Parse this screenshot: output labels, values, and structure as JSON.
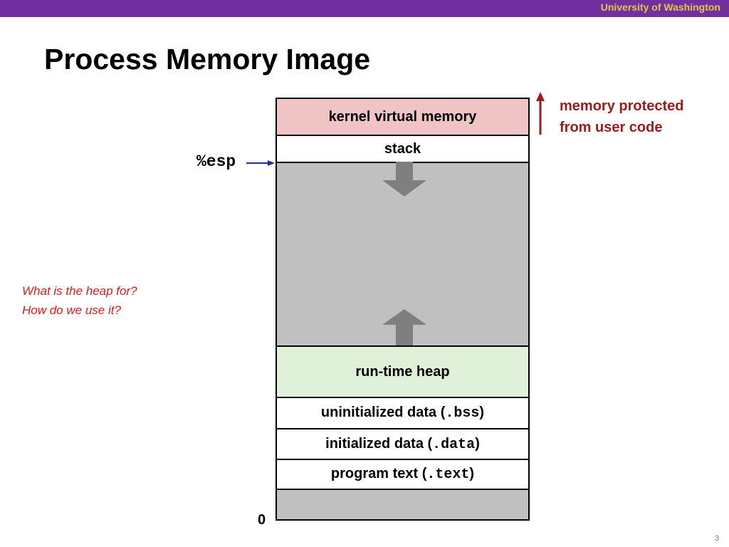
{
  "header": {
    "institution": "University of Washington"
  },
  "slide": {
    "title": "Process Memory Image",
    "page_number": "3"
  },
  "memory": {
    "segments": [
      {
        "id": "kernel",
        "parts": [
          "kernel virtual memory"
        ],
        "fill": "#f0c4c4"
      },
      {
        "id": "stack",
        "parts": [
          "stack"
        ],
        "fill": "#ffffff"
      },
      {
        "id": "free",
        "parts": [],
        "fill": "#c0c0c0"
      },
      {
        "id": "heap",
        "parts": [
          "run-time heap"
        ],
        "fill": "#dff1d8"
      },
      {
        "id": "bss",
        "parts": [
          "uninitialized data (",
          ".bss",
          ")"
        ],
        "fill": "#ffffff"
      },
      {
        "id": "data",
        "parts": [
          "initialized data (",
          ".data",
          ")"
        ],
        "fill": "#ffffff"
      },
      {
        "id": "text",
        "parts": [
          "program text (",
          ".text",
          ")"
        ],
        "fill": "#ffffff"
      },
      {
        "id": "reserved",
        "parts": [],
        "fill": "#c0c0c0"
      }
    ],
    "bottom_address": "0"
  },
  "stack_pointer": {
    "label": "%esp"
  },
  "annotations": {
    "protected_line1": "memory protected",
    "protected_line2": "from user code",
    "question_line1": "What is the heap for?",
    "question_line2": "How do we use it?"
  },
  "colors": {
    "header_bg": "#7030a0",
    "header_text": "#e8c24a",
    "protected_arrow": "#9c1b1b",
    "esp_arrow": "#1f2f8a",
    "growth_arrow": "#7f7f7f",
    "question_text": "#d91a1a"
  },
  "icons": {
    "protected": "arrow-up-icon",
    "esp": "arrow-right-icon",
    "stack_growth": "arrow-down-icon",
    "heap_growth": "arrow-up-icon"
  }
}
